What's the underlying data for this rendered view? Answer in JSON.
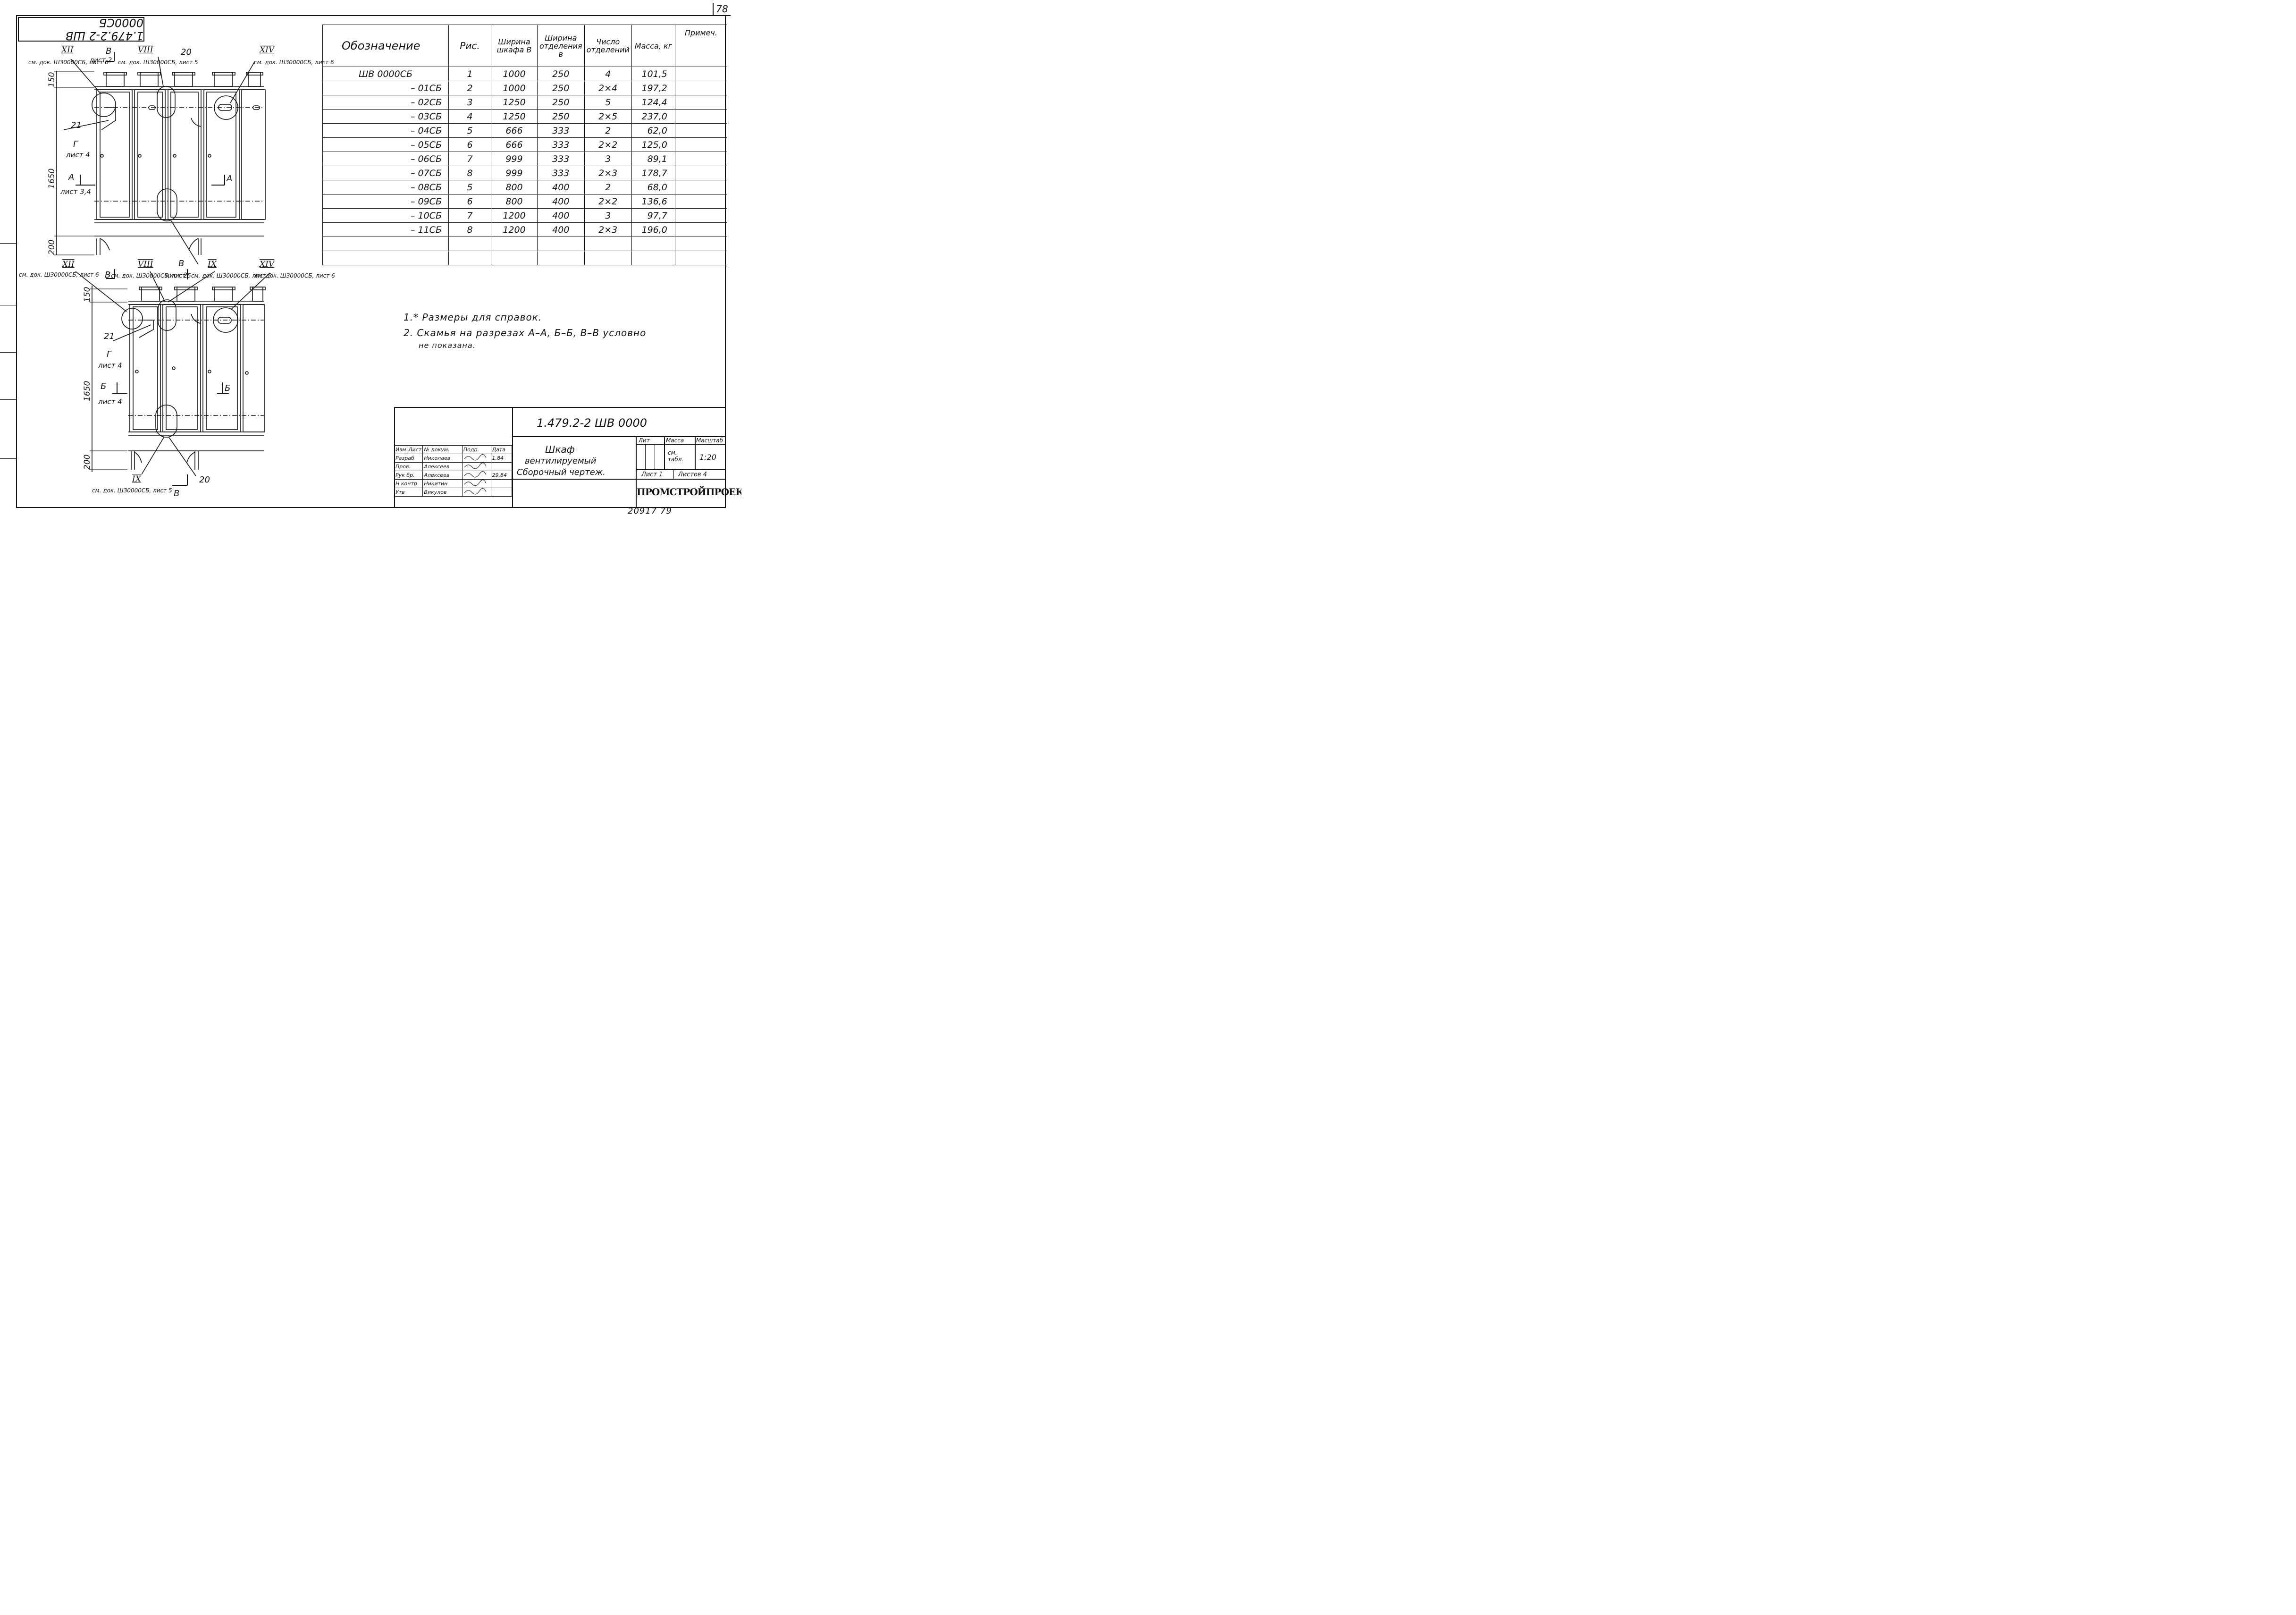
{
  "sheet": {
    "corner_number": "78",
    "top_left_code": "1.479.2-2 ШВ 0000СБ",
    "bottom_numbers": "20917  79"
  },
  "spec_table": {
    "headers": [
      "Обозначение",
      "Рис.",
      "Ширина шкафа В",
      "Ширина отделения в",
      "Число отделений",
      "Масса, кг",
      "Примеч."
    ],
    "rows": [
      {
        "des": "ШВ 0000СБ",
        "fig": "1",
        "w": "1000",
        "wc": "250",
        "n": "4",
        "m": "101,5",
        "note": ""
      },
      {
        "des": "– 01СБ",
        "fig": "2",
        "w": "1000",
        "wc": "250",
        "n": "2×4",
        "m": "197,2",
        "note": ""
      },
      {
        "des": "– 02СБ",
        "fig": "3",
        "w": "1250",
        "wc": "250",
        "n": "5",
        "m": "124,4",
        "note": ""
      },
      {
        "des": "– 03СБ",
        "fig": "4",
        "w": "1250",
        "wc": "250",
        "n": "2×5",
        "m": "237,0",
        "note": ""
      },
      {
        "des": "– 04СБ",
        "fig": "5",
        "w": "666",
        "wc": "333",
        "n": "2",
        "m": "62,0",
        "note": ""
      },
      {
        "des": "– 05СБ",
        "fig": "6",
        "w": "666",
        "wc": "333",
        "n": "2×2",
        "m": "125,0",
        "note": ""
      },
      {
        "des": "– 06СБ",
        "fig": "7",
        "w": "999",
        "wc": "333",
        "n": "3",
        "m": "89,1",
        "note": ""
      },
      {
        "des": "– 07СБ",
        "fig": "8",
        "w": "999",
        "wc": "333",
        "n": "2×3",
        "m": "178,7",
        "note": ""
      },
      {
        "des": "– 08СБ",
        "fig": "5",
        "w": "800",
        "wc": "400",
        "n": "2",
        "m": "68,0",
        "note": ""
      },
      {
        "des": "– 09СБ",
        "fig": "6",
        "w": "800",
        "wc": "400",
        "n": "2×2",
        "m": "136,6",
        "note": ""
      },
      {
        "des": "– 10СБ",
        "fig": "7",
        "w": "1200",
        "wc": "400",
        "n": "3",
        "m": "97,7",
        "note": ""
      },
      {
        "des": "– 11СБ",
        "fig": "8",
        "w": "1200",
        "wc": "400",
        "n": "2×3",
        "m": "196,0",
        "note": ""
      },
      {
        "des": "",
        "fig": "",
        "w": "",
        "wc": "",
        "n": "",
        "m": "",
        "note": ""
      },
      {
        "des": "",
        "fig": "",
        "w": "",
        "wc": "",
        "n": "",
        "m": "",
        "note": ""
      }
    ]
  },
  "notes": [
    "1.* Размеры для справок.",
    "2. Скамья на разрезах А–А, Б–Б, В–В условно",
    "не показана."
  ],
  "drawing_top": {
    "callouts": {
      "xii": "XII",
      "xii_ref": "см. док. ШЗ0000СБ, лист 6",
      "b_label": "В",
      "b_sheet": "лист 2",
      "viii": "VIII",
      "viii_ref": "см. док. ШЗ0000СБ, лист 5",
      "n20": "20",
      "xiv": "XIV",
      "xiv_ref": "см. док. ШЗ0000СБ, лист 6",
      "n21": "21",
      "g_label": "Г",
      "g_sheet": "лист 4",
      "a_label": "А",
      "a_sheet": "лист 3,4",
      "a_right": "А"
    },
    "dims": {
      "d150": "150",
      "d1650": "1650",
      "d200": "200"
    }
  },
  "drawing_bottom": {
    "callouts": {
      "xii": "XII",
      "xii_ref": "см. док. ШЗ0000СБ, лист 6",
      "b_left": "В",
      "viii": "VIII",
      "viii_ref": "см. док. ШЗ0000СБ, лист 5",
      "b_label": "В",
      "b_sheet": "лист 2",
      "ix": "IX",
      "ix_ref": "см. док. ШЗ0000СБ, лист 5",
      "xiv": "XIV",
      "xiv_ref": "см. док. ШЗ0000СБ, лист 6",
      "n21": "21",
      "g_label": "Г",
      "g_sheet": "лист 4",
      "b6_label": "Б",
      "b6_sheet": "лист 4",
      "b6_right": "Б",
      "ix2": "IX",
      "ix2_ref": "см. док. ШЗ0000СБ, лист 5",
      "n20": "20",
      "b_bottom": "В"
    },
    "dims": {
      "d150": "150",
      "d1650": "1650",
      "d200": "200"
    }
  },
  "title_block": {
    "code": "1.479.2-2    ШВ 0000",
    "title_lines": [
      "Шкаф",
      "вентилируемый",
      "Сборочный чертеж."
    ],
    "col_headers": [
      "Изм",
      "Лист",
      "№ докум.",
      "Подп.",
      "Дата"
    ],
    "signers": [
      {
        "role": "Разраб",
        "name": "Николаев",
        "date": "1.84"
      },
      {
        "role": "Пров.",
        "name": "Алексеев",
        "date": ""
      },
      {
        "role": "Рук бр.",
        "name": "Алексеев",
        "date": "29.84"
      },
      {
        "role": "Н контр",
        "name": "Никитин",
        "date": ""
      },
      {
        "role": "Утв",
        "name": "Викулов",
        "date": ""
      }
    ],
    "lit_label": "Лит",
    "mass_label": "Масса",
    "scale_label": "Масштаб",
    "mass_value": "см. табл.",
    "scale_value": "1:20",
    "sheet_label": "Лист 1",
    "sheets_label": "Листов 4",
    "org": "ПРОМСТРОЙПРОЕКТ"
  }
}
